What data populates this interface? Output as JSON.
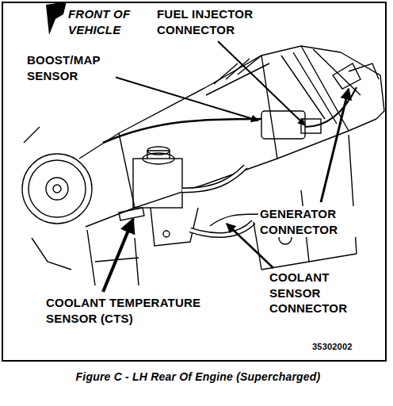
{
  "diagram": {
    "caption": "Figure C - LH Rear Of Engine (Supercharged)",
    "labels": [
      "FRONT OF VEHICLE",
      "FUEL INJECTOR CONNECTOR",
      "BOOST/MAP SENSOR",
      "GENERATOR CONNECTOR",
      "COOLANT SENSOR CONNECTOR",
      "COOLANT TEMPERATURE SENSOR (CTS)",
      "35302002"
    ]
  }
}
